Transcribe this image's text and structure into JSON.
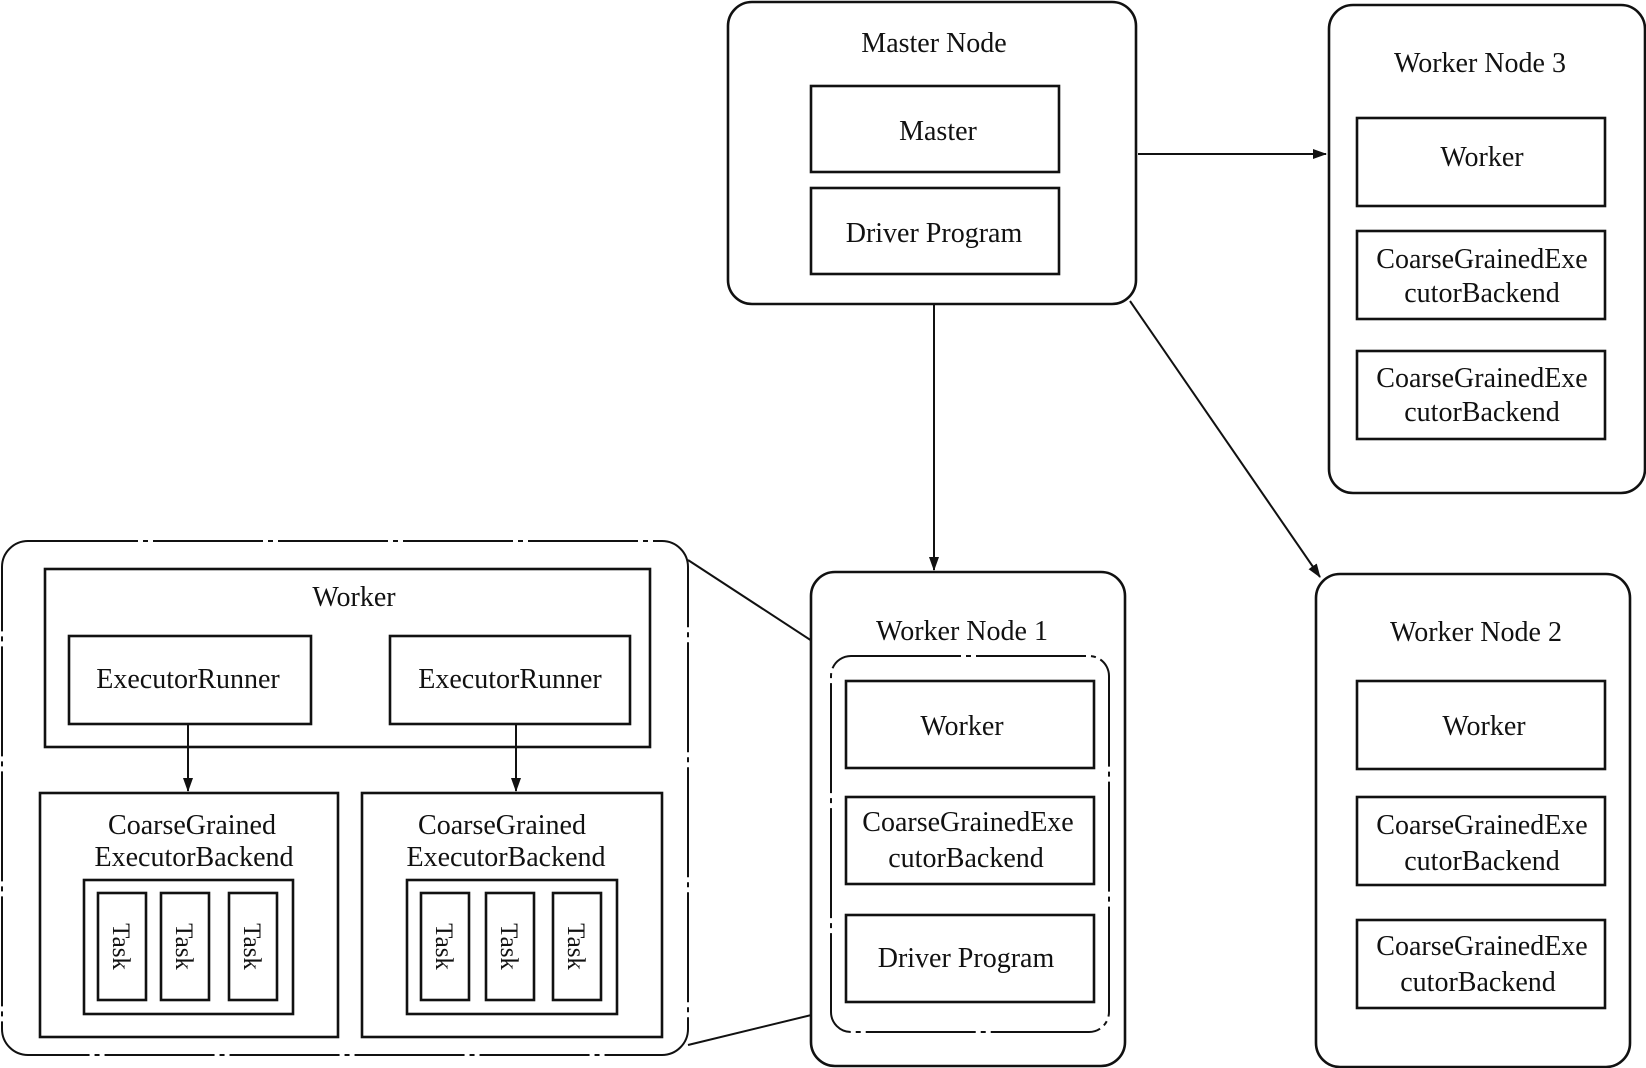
{
  "master_node": {
    "title": "Master Node",
    "components": [
      "Master",
      "Driver Program"
    ]
  },
  "worker_node_3": {
    "title": "Worker Node 3",
    "components": [
      "Worker",
      "CoarseGrainedExe",
      "cutorBackend",
      "CoarseGrainedExe",
      "cutorBackend"
    ]
  },
  "worker_node_2": {
    "title": "Worker Node 2",
    "components": [
      "Worker",
      "CoarseGrainedExe",
      "cutorBackend",
      "CoarseGrainedExe",
      "cutorBackend"
    ]
  },
  "worker_node_1": {
    "title": "Worker Node 1",
    "components": [
      "Worker",
      "CoarseGrainedExe",
      "cutorBackend",
      "Driver Program"
    ]
  },
  "detail": {
    "worker_title": "Worker",
    "runners": [
      "ExecutorRunner",
      "ExecutorRunner"
    ],
    "backends": [
      {
        "line1": "CoarseGrained",
        "line2": "ExecutorBackend",
        "tasks": [
          "Task",
          "Task",
          "Task"
        ]
      },
      {
        "line1": "CoarseGrained",
        "line2": "ExecutorBackend",
        "tasks": [
          "Task",
          "Task",
          "Task"
        ]
      }
    ]
  }
}
